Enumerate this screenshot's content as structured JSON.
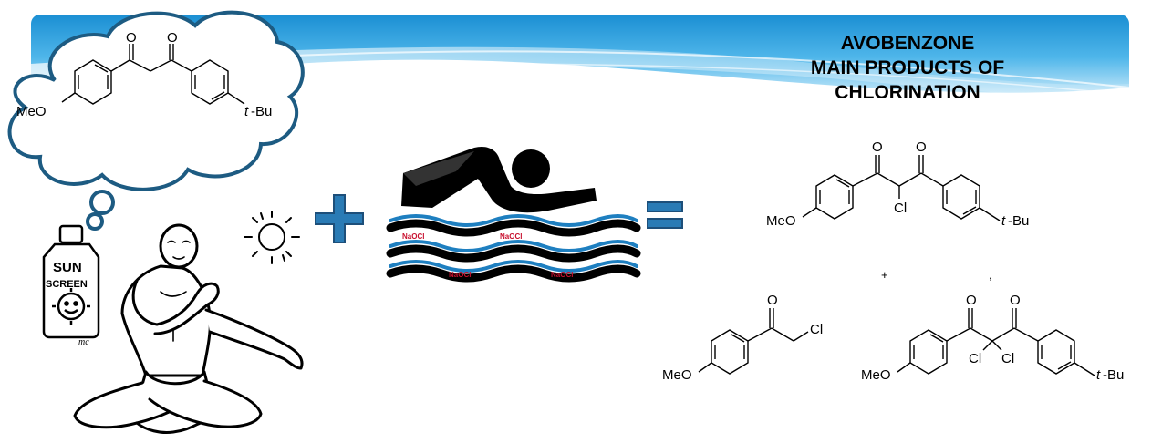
{
  "title": {
    "line1": "AVOBENZONE",
    "line2": "MAIN PRODUCTS OF",
    "line3": "CHLORINATION"
  },
  "avobenzone": {
    "O1": "O",
    "O2": "O",
    "MeO": "MeO",
    "tBu_t": "t",
    "tBu_rest": "-Bu"
  },
  "sunscreen_bottle": {
    "line1": "SUN",
    "line2": "SCREEN",
    "signature": "mc"
  },
  "pool": {
    "label1": "NaOCl",
    "label2": "NaOCl",
    "label3": "NaOCl",
    "label4": "NaOCl"
  },
  "product1": {
    "O1": "O",
    "O2": "O",
    "Cl": "Cl",
    "MeO": "MeO",
    "tBu_t": "t",
    "tBu_rest": "-Bu"
  },
  "product2": {
    "O": "O",
    "Cl": "Cl",
    "MeO": "MeO"
  },
  "product3": {
    "O1": "O",
    "O2": "O",
    "Cl1": "Cl",
    "Cl2": "Cl",
    "MeO": "MeO",
    "tBu_t": "t",
    "tBu_rest": "-Bu"
  },
  "separators": {
    "plus": "+",
    "comma": ","
  },
  "colors": {
    "banner_blue": "#2b9fd9",
    "operator_blue": "#2a7bb5",
    "operator_dark": "#1d4f7a",
    "cloud_outline": "#1d5b82",
    "pool_wave_blue": "#1e7fc0",
    "pool_label_red": "#c8102e"
  }
}
